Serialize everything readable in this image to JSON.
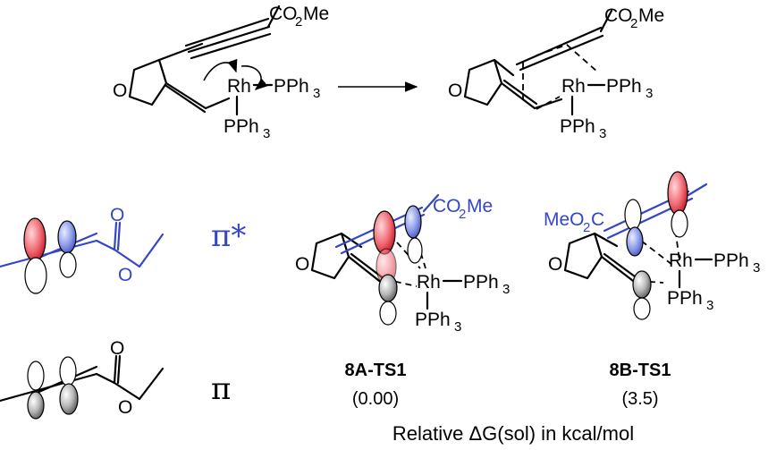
{
  "labels": {
    "co2me": "CO",
    "co2me_sub": "2",
    "co2me_tail": "Me",
    "meo2c_head": "MeO",
    "meo2c_sub": "2",
    "meo2c_tail": "C",
    "o": "O",
    "rh": "Rh",
    "pph3": "PPh",
    "pph3_sub": "3"
  },
  "orbitals": {
    "pi_star": "π*",
    "pi": "π"
  },
  "structures": [
    {
      "name": "8A-TS1",
      "energy": "(0.00)"
    },
    {
      "name": "8B-TS1",
      "energy": "(3.5)"
    }
  ],
  "footer": "Relative ΔG(sol) in kcal/mol",
  "colors": {
    "blue": "#3446c8",
    "red_lobe": "#e23a44",
    "grey_lobe": "#8a8a8a",
    "black": "#000000"
  }
}
